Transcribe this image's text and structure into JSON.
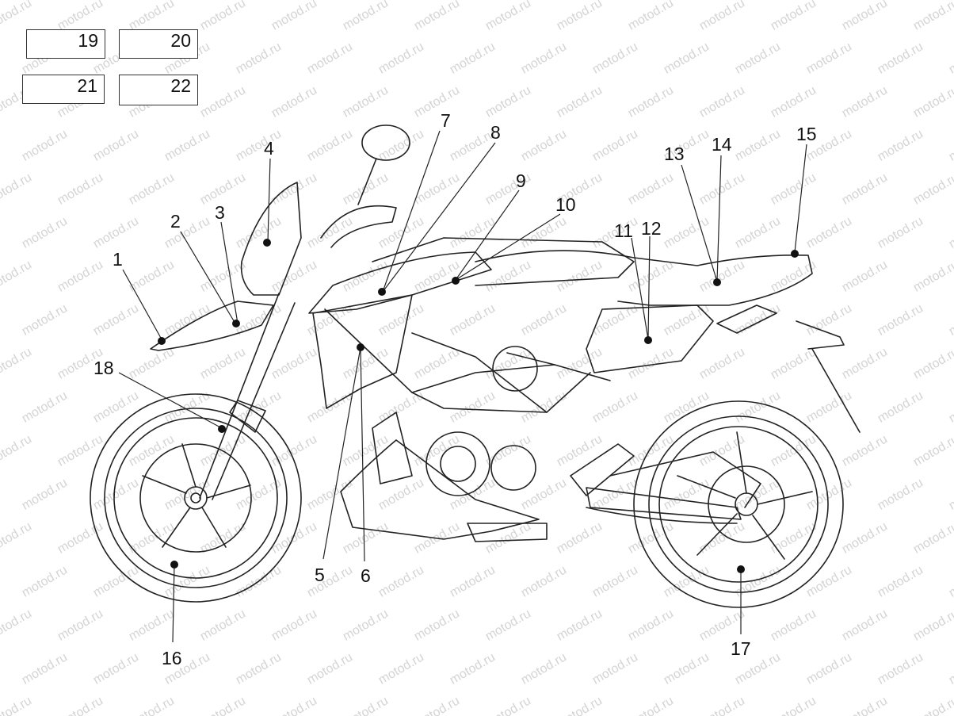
{
  "watermark": {
    "text": "motod.ru"
  },
  "reference_boxes": [
    "19",
    "20",
    "21",
    "22"
  ],
  "callouts": [
    "1",
    "2",
    "3",
    "4",
    "5",
    "6",
    "7",
    "8",
    "9",
    "10",
    "11",
    "12",
    "13",
    "14",
    "15",
    "16",
    "17",
    "18"
  ],
  "colors": {
    "line": "#222222",
    "watermark": "#d4d4d4",
    "background": "#ffffff"
  }
}
